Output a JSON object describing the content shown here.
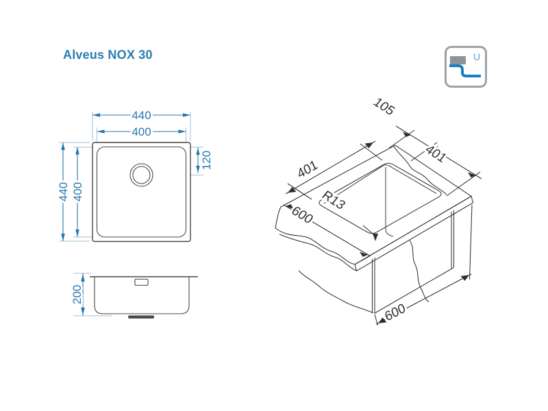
{
  "title": "Alveus NOX 30",
  "mount_badge": {
    "letter": "U"
  },
  "colors": {
    "accent_blue": "#2878ad",
    "line_gray": "#474747",
    "ext_blue": "#9fc0d4",
    "badge_gray": "#9aa1a8",
    "badge_blue": "#1a7ec0"
  },
  "top_view": {
    "outer_width": "440",
    "inner_width": "400",
    "outer_depth": "440",
    "inner_depth": "400",
    "drain_offset": "120"
  },
  "side_view": {
    "bowl_depth": "200"
  },
  "iso_view": {
    "rim_margin": "105",
    "cutout_width": "401",
    "cutout_depth": "401",
    "corner_radius": "R13",
    "base_width": "600",
    "base_depth": "600"
  }
}
